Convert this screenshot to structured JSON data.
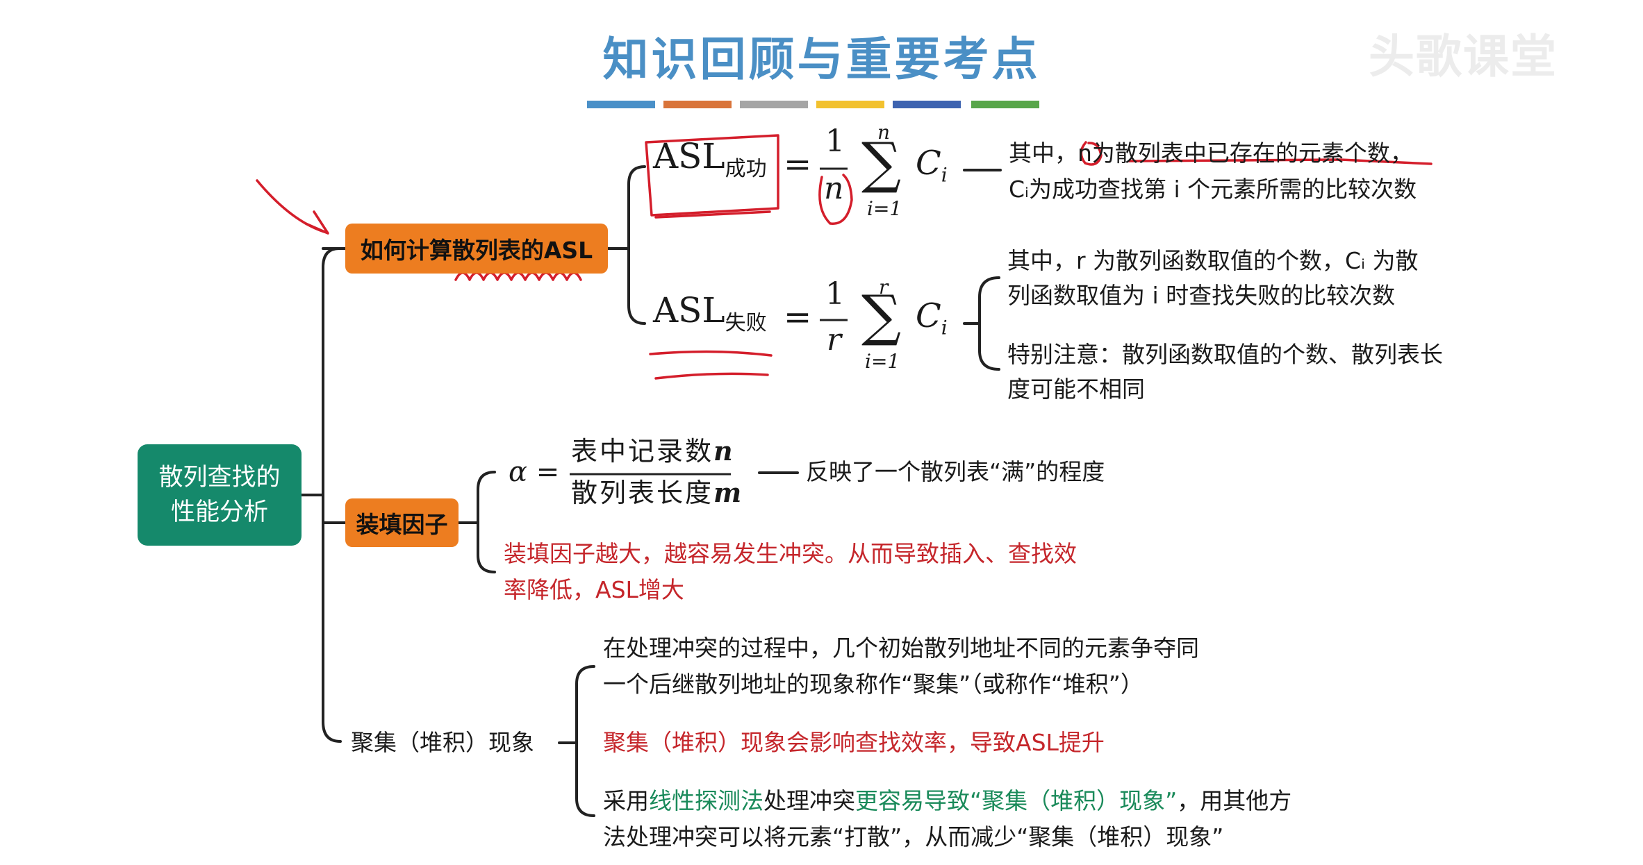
{
  "title": "知识回顾与重要考点",
  "watermark": "头歌课堂",
  "title_bar_colors": [
    "#4a90c8",
    "#d9743a",
    "#a5a5a5",
    "#f2c12e",
    "#3d63b0",
    "#58a64a"
  ],
  "root": {
    "line1": "散列查找的",
    "line2": "性能分析"
  },
  "branch_asl": {
    "label": "如何计算散列表的ASL",
    "success": {
      "lhs": "ASL",
      "sub": "成功",
      "eq": "=",
      "num": "1",
      "den": "n",
      "sum_top": "n",
      "sum_bottom": "i=1",
      "term": "C",
      "term_sub": "i",
      "note_1_prefix": "其中，",
      "note_1_var": "n",
      "note_1_rest": "为散列表中已存在的元素个数，",
      "note_2_var": "Cᵢ",
      "note_2_rest": "为成功查找第 i 个元素所需的比较次数"
    },
    "failure": {
      "lhs": "ASL",
      "sub": "失败",
      "eq": "=",
      "num": "1",
      "den": "r",
      "sum_top": "r",
      "sum_bottom": "i=1",
      "term": "C",
      "term_sub": "i",
      "note_1a": "其中，r 为散列函数取值的个数，Cᵢ 为散",
      "note_1b": "列函数取值为 i 时查找失败的比较次数",
      "note_2a": "特别注意：散列函数取值的个数、散列表长",
      "note_2b": "度可能不相同"
    }
  },
  "branch_load": {
    "label": "装填因子",
    "alpha": "α",
    "eq": "=",
    "num_text": "表中记录数",
    "num_var": "n",
    "den_text": "散列表长度",
    "den_var": "m",
    "dash_note": "反映了一个散列表“满”的程度",
    "effect_1": "装填因子越大，越容易发生冲突。从而导致插入、查找效",
    "effect_2": "率降低，ASL增大"
  },
  "branch_cluster": {
    "label": "聚集（堆积）现象",
    "def_1": "在处理冲突的过程中，几个初始散列地址不同的元素争夺同",
    "def_2": "一个后继散列地址的现象称作“聚集”（或称作“堆积”）",
    "impact": "聚集（堆积）现象会影响查找效率，导致ASL提升",
    "method_a": "采用",
    "method_b": "线性探测法",
    "method_c": "处理冲突",
    "method_d": "更容易导致“聚集（堆积）现象”",
    "method_e": "，用其他方",
    "method_2": "法处理冲突可以将元素“打散”，从而减少“聚集（堆积）现象”"
  }
}
